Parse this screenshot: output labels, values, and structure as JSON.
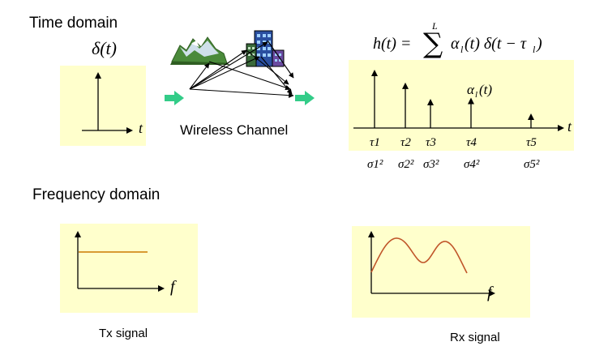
{
  "labels": {
    "time_domain": "Time domain",
    "frequency_domain": "Frequency domain",
    "wireless_channel": "Wireless Channel",
    "tx_signal": "Tx signal",
    "rx_signal": "Rx signal"
  },
  "math": {
    "delta_t": "δ(t)",
    "t": "t",
    "f": "f",
    "alpha_l_t": "α_l(t)",
    "h_t": "h(t) = Σ_{l=1}^{L} α_l(t) δ(t − τ_l)"
  },
  "impulses": [
    {
      "tau": "τ1",
      "sigma": "σ1²",
      "relative_height": 1.0
    },
    {
      "tau": "τ2",
      "sigma": "σ2²",
      "relative_height": 0.78
    },
    {
      "tau": "τ3",
      "sigma": "σ3²",
      "relative_height": 0.5
    },
    {
      "tau": "τ4",
      "sigma": "σ4²",
      "relative_height": 0.52
    },
    {
      "tau": "τ5",
      "sigma": "σ5²",
      "relative_height": 0.25
    }
  ],
  "colors": {
    "panel": "#ffffcc",
    "tx_line": "#cc7a00",
    "rx_curve": "#c0562a",
    "arrow": "#33cc88"
  },
  "icons": [
    "mountains-icon",
    "building-icon",
    "green-arrow-icon"
  ]
}
